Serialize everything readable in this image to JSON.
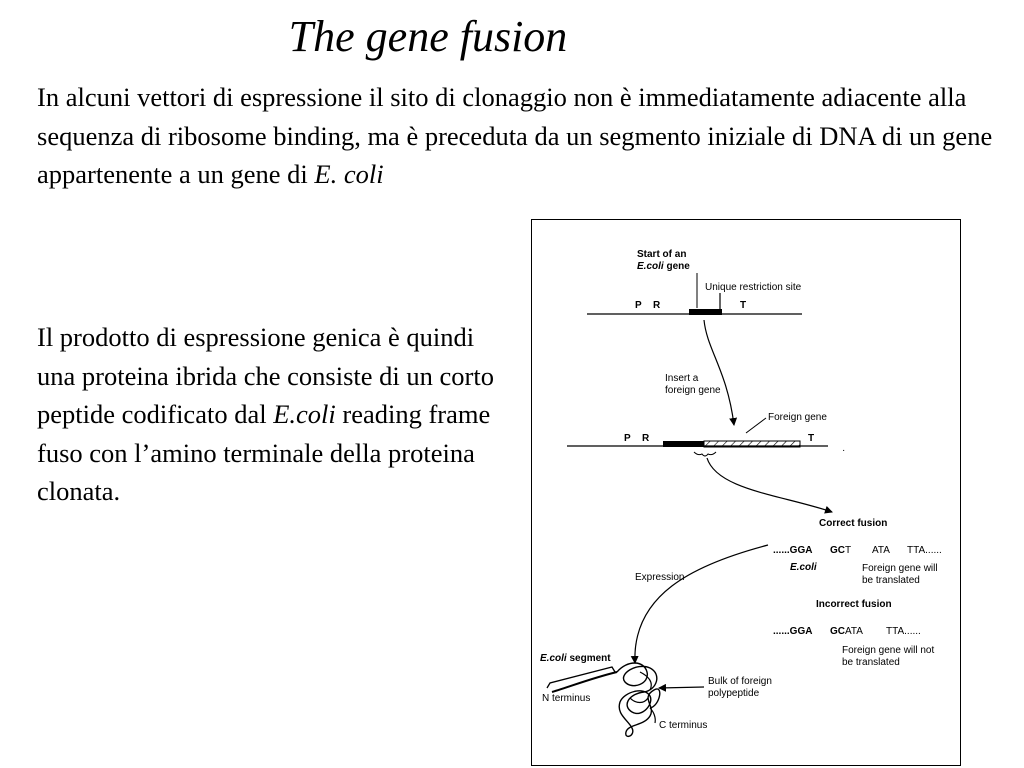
{
  "title": "The gene fusion",
  "intro": {
    "text": "In alcuni vettori di espressione il sito di clonaggio non è immediatamente adiacente alla sequenza di ribosome binding, ma è preceduta da un segmento iniziale di DNA di un gene appartenente a un gene di ",
    "italic": "E. coli"
  },
  "body2": {
    "part1": "Il prodotto di espressione genica è quindi una proteina ibrida che consiste di un corto peptide codificato dal ",
    "italic": "E.coli",
    "part2": " reading frame fuso con l’amino terminale della proteina clonata."
  },
  "figure": {
    "start_line1": "Start of an",
    "start_italic": "E.coli",
    "start_gene": " gene",
    "unique_site": "Unique restriction site",
    "p": "P",
    "r": "R",
    "t": "T",
    "insert_line1": "Insert a",
    "insert_line2": "foreign gene",
    "foreign_gene": "Foreign gene",
    "correct_fusion": "Correct fusion",
    "correct_seq": {
      "gga": "......GGA",
      "gc": "GC",
      "t": "T",
      "ata": "ATA",
      "tta": "TTA......"
    },
    "ecoli_label": "E.coli",
    "translated_line1": "Foreign gene will",
    "translated_line2": "be translated",
    "incorrect_fusion": "Incorrect fusion",
    "incorrect_seq": {
      "gga": "......GGA",
      "gc": "GC",
      "ata": "ATA",
      "tta": "TTA......"
    },
    "not_translated_line1": "Foreign gene will not",
    "not_translated_line2": "be translated",
    "expression": "Expression",
    "ecoli_segment_italic": "E.coli",
    "segment_word": " segment",
    "bulk_line1": "Bulk of foreign",
    "bulk_line2": "polypeptide",
    "n_terminus": "N terminus",
    "c_terminus": "C terminus"
  }
}
